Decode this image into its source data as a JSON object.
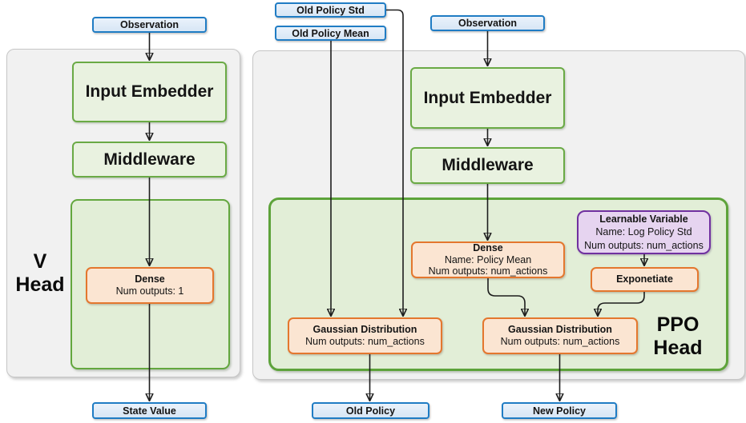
{
  "colors": {
    "terminal_blue_border": "#1f7cc4",
    "terminal_blue_fill": "#d7e6f5",
    "green_box_border": "#6aaa45",
    "green_box_fill": "#e9f2e0",
    "green_container_fill": "#e2eed7",
    "green_container_border": "#5da33a",
    "orange_border": "#e4772e",
    "orange_fill": "#fbe5d2",
    "purple_border": "#7030a0",
    "purple_fill": "#e6d4f0",
    "panel_fill": "#f1f1f1",
    "panel_border": "#c6c6c6",
    "arrow_color": "#1d1d1d"
  },
  "v_head_section": {
    "observation": "Observation",
    "input_embedder": "Input Embedder",
    "middleware": "Middleware",
    "dense": {
      "title": "Dense",
      "outputs": "Num outputs: 1"
    },
    "head_label": {
      "line1": "V",
      "line2": "Head"
    },
    "state_value": "State Value"
  },
  "ppo_head_section": {
    "old_policy_std": "Old Policy Std",
    "old_policy_mean": "Old Policy Mean",
    "observation": "Observation",
    "input_embedder": "Input Embedder",
    "middleware": "Middleware",
    "dense": {
      "title": "Dense",
      "name": "Name: Policy Mean",
      "outputs": "Num outputs: num_actions"
    },
    "learnable_variable": {
      "title": "Learnable Variable",
      "name": "Name: Log Policy Std",
      "outputs": "Num outputs: num_actions"
    },
    "exponetiate": "Exponetiate",
    "gaussian_old": {
      "title": "Gaussian Distribution",
      "outputs": "Num outputs: num_actions"
    },
    "gaussian_new": {
      "title": "Gaussian Distribution",
      "outputs": "Num outputs: num_actions"
    },
    "head_label": {
      "line1": "PPO",
      "line2": "Head"
    },
    "old_policy": "Old Policy",
    "new_policy": "New Policy"
  }
}
